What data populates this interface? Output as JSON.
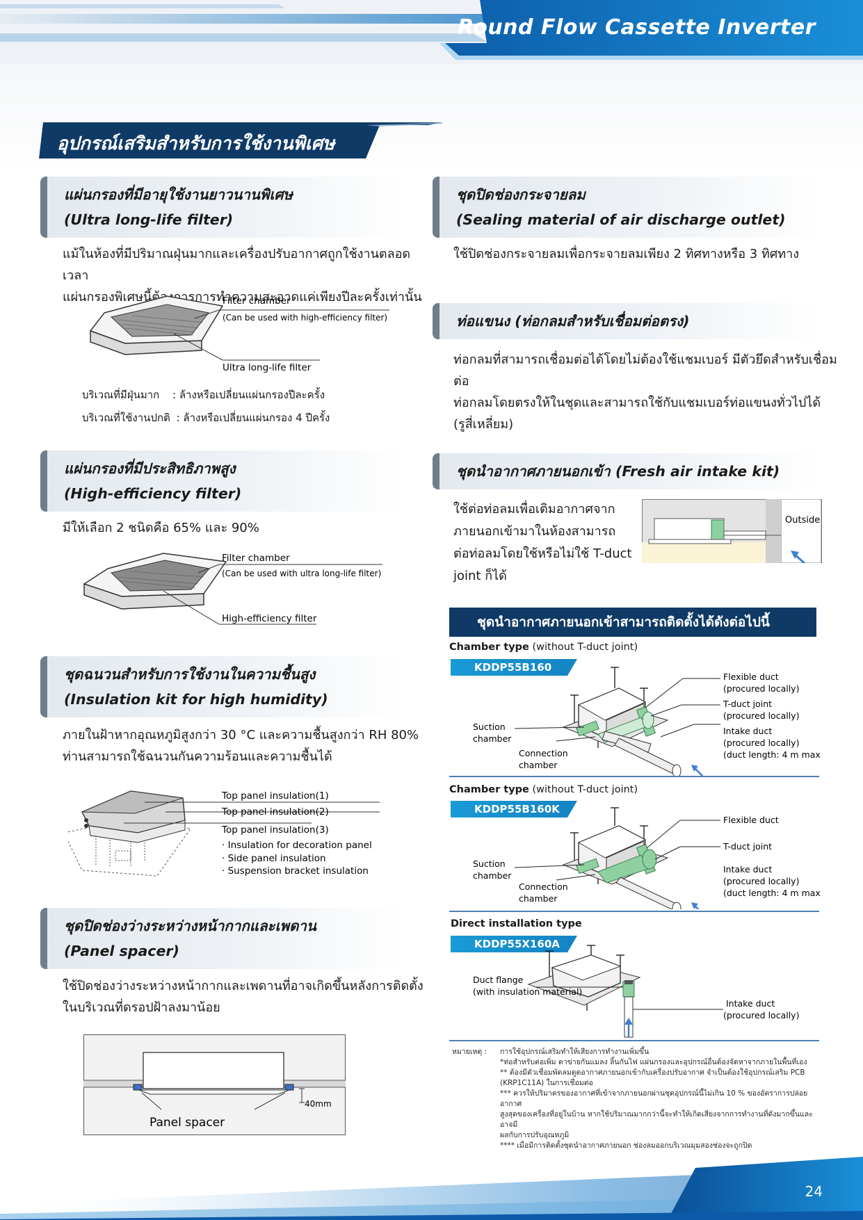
{
  "header": {
    "title": "Round Flow Cassette Inverter"
  },
  "main_title": "อุปกรณ์เสริมสำหรับการใช้งานพิเศษ",
  "left": {
    "ultra_filter": {
      "heading_line1": "แผ่นกรองที่มีอายุใช้งานยาวนานพิเศษ",
      "heading_line2": "(Ultra long-life filter)",
      "body_line1": "แม้ในห้องที่มีปริมาณฝุ่นมากและเครื่องปรับอากาศถูกใช้งานตลอดเวลา",
      "body_line2": "แผ่นกรองพิเศษนี้ต้องการการทำความสะอาดแค่เพียงปีละครั้งเท่านั้น",
      "label_chamber": "Filter chamber",
      "label_chamber_note": "(Can be used with high-efficiency filter)",
      "label_filter": "Ultra long-life filter",
      "dusty_label": "บริเวณที่มีฝุ่นมาก",
      "dusty_value": ":  ล้างหรือเปลี่ยนแผ่นกรองปีละครั้ง",
      "normal_label": "บริเวณที่ใช้งานปกติ",
      "normal_value": ": ล้างหรือเปลี่ยนแผ่นกรอง 4 ปีครั้ง"
    },
    "high_filter": {
      "heading_line1": "แผ่นกรองที่มีประสิทธิภาพสูง",
      "heading_line2": "(High-efficiency filter)",
      "body": "มีให้เลือก 2 ชนิดคือ 65% และ 90%",
      "label_chamber": "Filter chamber",
      "label_chamber_note": "(Can be used with ultra long-life filter)",
      "label_filter": "High-efficiency filter"
    },
    "insulation": {
      "heading_line1": "ชุดฉนวนสำหรับการใช้งานในความชื้นสูง",
      "heading_line2": "(Insulation kit for high humidity)",
      "body_line1": "ภายในฝ้าหากอุณหภูมิสูงกว่า 30 °C และความชื้นสูงกว่า RH 80%",
      "body_line2": "ท่านสามารถใช้ฉนวนกันความร้อนและความชื้นได้",
      "label_1": "Top panel insulation(1)",
      "label_2": "Top panel insulation(2)",
      "label_3": "Top panel insulation(3)",
      "bullet_1": "·  Insulation for decoration panel",
      "bullet_2": "·  Side panel insulation",
      "bullet_3": "·  Suspension bracket insulation"
    },
    "panel_spacer": {
      "heading_line1": "ชุดปิดช่องว่างระหว่างหน้ากากและเพดาน",
      "heading_line2": "(Panel spacer)",
      "body_line1": "ใช้ปิดช่องว่างระหว่างหน้ากากและเพดานที่อาจเกิดขึ้นหลังการติดตั้ง",
      "body_line2": "ในบริเวณที่ดรอปฝ้าลงมาน้อย",
      "label_spacer": "Panel spacer",
      "label_dim": "40mm"
    }
  },
  "right": {
    "sealing": {
      "heading_line1": "ชุดปิดช่องกระจายลม",
      "heading_line2": "(Sealing material of air discharge outlet)",
      "body": "ใช้ปิดช่องกระจายลมเพื่อกระจายลมเพียง 2 ทิศทางหรือ 3 ทิศทาง"
    },
    "duct": {
      "heading": "ท่อแขนง (ท่อกลมสำหรับเชื่อมต่อตรง)",
      "body_line1": "ท่อกลมที่สามารถเชื่อมต่อได้โดยไม่ต้องใช้แชมเบอร์ มีตัวยึดสำหรับเชื่อมต่อ",
      "body_line2": "ท่อกลมโดยตรงให้ในชุดและสามารถใช้กับแชมเบอร์ท่อแขนงทั่วไปได้",
      "body_line3": "(รูสี่เหลี่ยม)"
    },
    "fresh_air": {
      "heading": "ชุดนำอากาศภายนอกเข้า (Fresh air intake kit)",
      "body_line1": "ใช้ต่อท่อลมเพื่อเติมอากาศจาก",
      "body_line2": "ภายนอกเข้ามาในห้องสามารถ",
      "body_line3": "ต่อท่อลมโดยใช้หรือไม่ใช้ T-duct",
      "body_line4": "joint ก็ได้",
      "diagram_label": "Outside"
    },
    "install_banner": "ชุดนำอากาศภายนอกเข้าสามารถติดตั้งได้ดังต่อไปนี้",
    "types": [
      {
        "title": "Chamber type",
        "subtitle": "(without T-duct joint)",
        "model": "KDDP55B160",
        "labels": {
          "flex_1": "Flexible duct",
          "flex_2": "(procured locally)",
          "tjoint_1": "T-duct joint",
          "tjoint_2": "(procured locally)",
          "intake_1": "Intake duct",
          "intake_2": "(procured locally)",
          "intake_3": "(duct length: 4 m max.)",
          "suction_1": "Suction",
          "suction_2": "chamber",
          "conn_1": "Connection",
          "conn_2": "chamber"
        }
      },
      {
        "title": "Chamber type",
        "subtitle": "(without T-duct joint)",
        "model": "KDDP55B160K",
        "labels": {
          "flex_1": "Flexible duct",
          "tjoint_1": "T-duct joint",
          "intake_1": "Intake duct",
          "intake_2": "(procured locally)",
          "intake_3": "(duct length: 4 m max.)",
          "suction_1": "Suction",
          "suction_2": "chamber",
          "conn_1": "Connection",
          "conn_2": "chamber"
        }
      },
      {
        "title": "Direct installation type",
        "model": "KDDP55X160A",
        "labels": {
          "flange_1": "Duct flange",
          "flange_2": "(with insulation material)",
          "intake_1": "Intake duct",
          "intake_2": "(procured locally)"
        }
      }
    ],
    "notes": {
      "label": "หมายเหตุ  :",
      "line1": "การใช้อุปกรณ์เสริมทำให้เสียงการทำงานเพิ่มขึ้น",
      "line2": "*ท่อสำหรับต่อเพิ่ม ตาข่ายกันแมลง ลิ้นกันไฟ แผ่นกรองและอุปกรณ์อื่นต้องจัดหาจากภายในพื้นที่เอง",
      "line3": "** ต้องมีตัวเชื่อมพัดลมดูดอากาศภายนอกเข้ากับเครื่องปรับอากาศ จำเป็นต้องใช้อุปกรณ์เสริม PCB",
      "line4": "(KRP1C11A) ในการเชื่อมต่อ",
      "line5": "*** ควรให้ปริมาตรของอากาศที่เข้าจากภายนอกผ่านชุดอุปกรณ์นี้ไม่เกิน 10 % ของอัตราการปล่อยอากาศ",
      "line6": "สูงสุดของเครื่องที่อยู่ในบ้าน หากใช้ปริมาณมากกว่านี้จะทำให้เกิดเสียงจากการทำงานที่ดังมากขึ้นและอาจมี",
      "line7": "ผลกับการปรับอุณหภูมิ",
      "line8": "**** เมื่อมีการติดตั้งชุดนำอากาศภายนอก ช่องลมออกบริเวณมุมสองช่องจะถูกปิด"
    }
  },
  "footer": {
    "page_number": "24"
  },
  "colors": {
    "brand_blue": "#1585c4",
    "navy": "#0f3a66",
    "insulation_green": "#8fd0a0"
  }
}
